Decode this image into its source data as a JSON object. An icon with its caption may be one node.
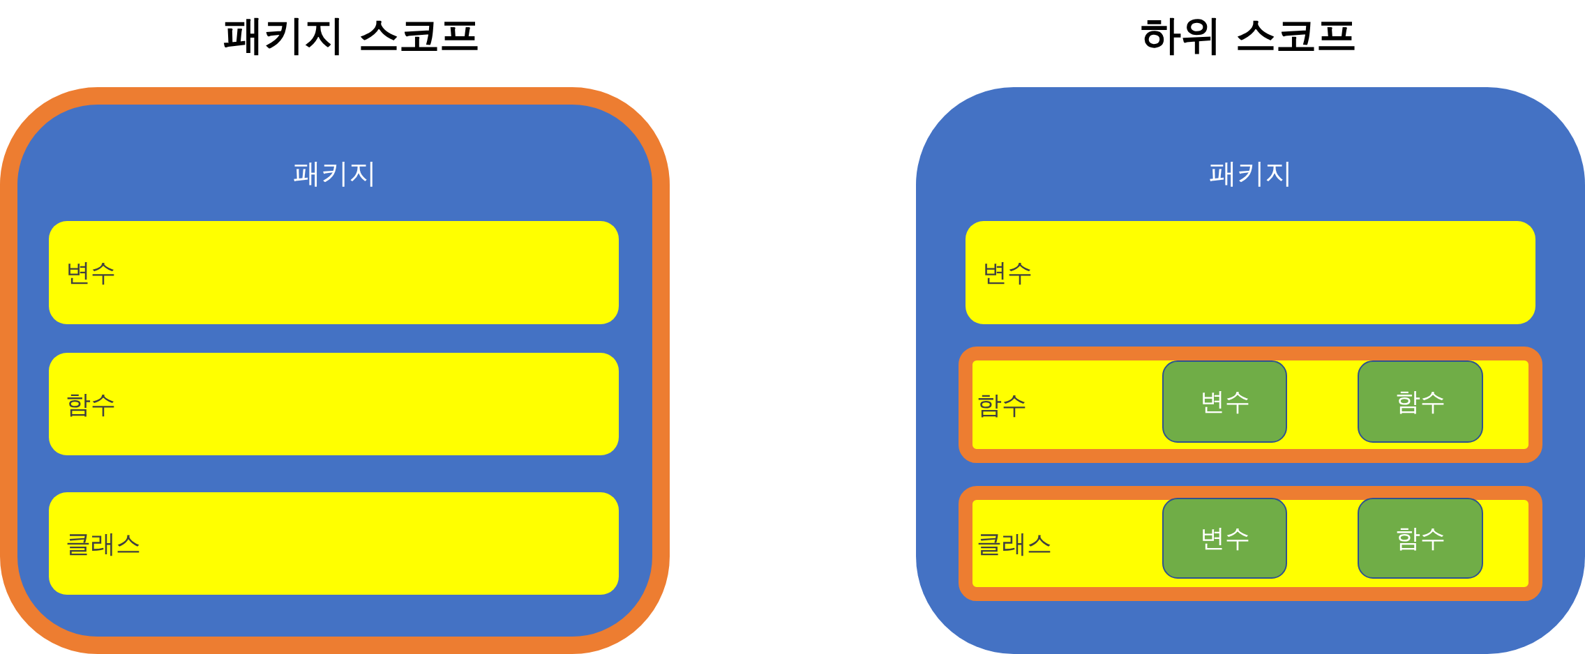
{
  "diagram": {
    "nodes": [
      {
        "text": [
          "패키지"
        ]
      },
      {
        "text": [
          "변수"
        ],
        "in": 0
      },
      {
        "text": [
          "함수"
        ],
        "in": 0
      },
      {
        "text": [
          "클래스"
        ],
        "in": 0
      },
      {
        "text": [
          "패키지"
        ]
      },
      {
        "text": [
          "변수"
        ],
        "in": 4
      },
      {
        "text": [
          "함수"
        ],
        "in": 4
      },
      {
        "text": [
          "변수"
        ],
        "in": 6
      },
      {
        "text": [
          "함수"
        ],
        "in": 6
      },
      {
        "text": [
          "클래스"
        ],
        "in": 4
      },
      {
        "text": [
          "변수"
        ],
        "in": 9
      },
      {
        "text": [
          "함수"
        ],
        "in": 9
      }
    ],
    "labels": [
      "패키지 스코프",
      "하위 스코프"
    ]
  }
}
